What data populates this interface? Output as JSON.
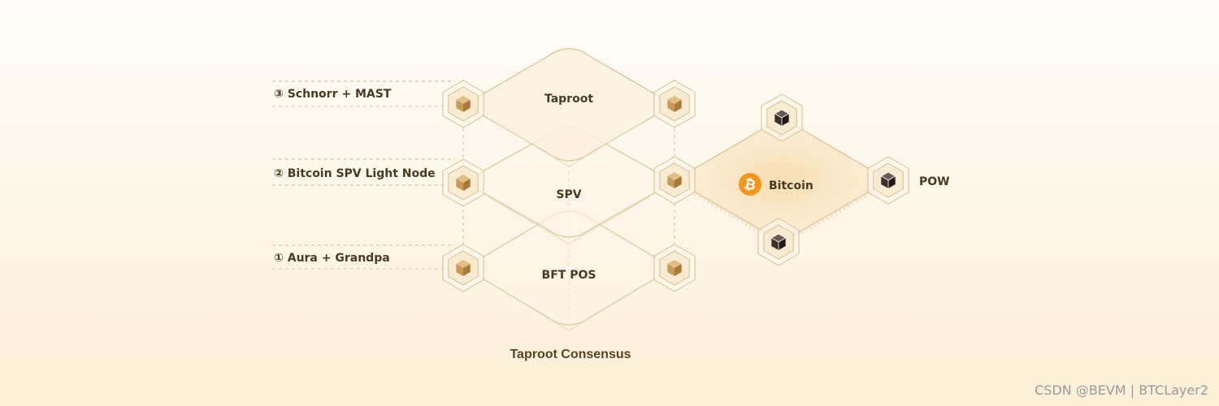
{
  "labels": {
    "schnorr": "③ Schnorr + MAST",
    "spv_light": "② Bitcoin SPV Light Node",
    "aura": "① Aura +  Grandpa",
    "taproot": "Taproot",
    "spv": "SPV",
    "bft": "BFT POS",
    "bitcoin": "Bitcoin",
    "pow": "POW",
    "caption": "Taproot Consensus"
  },
  "watermark": "CSDN @BEVM | BTCLayer2",
  "colors": {
    "line": "#d8c298",
    "node_gold": "#c89a58",
    "node_dark": "#3d2f2a",
    "bitcoin_orange": "#f2961f",
    "label": "#4a3a22",
    "bitcoin_fill": "#f8e2bd"
  }
}
